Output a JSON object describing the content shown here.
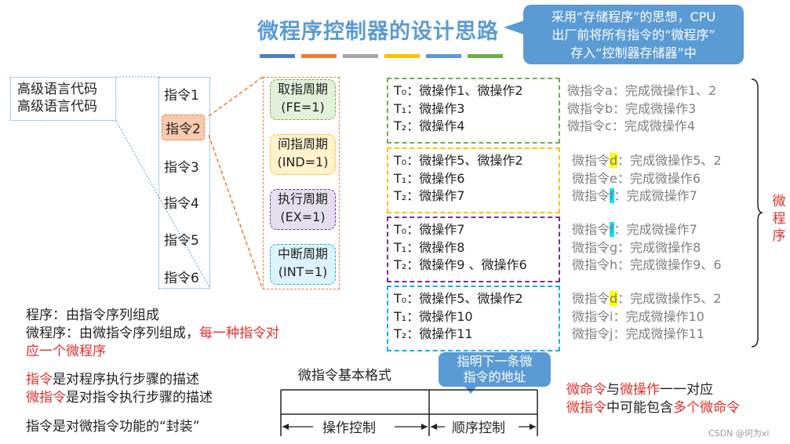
{
  "title": "微程序控制器的设计思路",
  "title_bars": [
    "#4f81bd",
    "#ed7d31",
    "#a5a5a5",
    "#ffc000",
    "#5b9bd5",
    "#70ad47"
  ],
  "callout": [
    "采用“存储程序”的思想，CPU",
    "出厂前将所有指令的“微程序”",
    "存入“控制器存储器”中"
  ],
  "high_level": [
    "高级语言代码",
    "高级语言代码"
  ],
  "instructions": [
    "指令1",
    "指令2",
    "指令3",
    "指令4",
    "指令5",
    "指令6"
  ],
  "cycles": [
    {
      "name": "取指周期",
      "flag": "(FE=1)",
      "border": "#70ad47",
      "fill": "#e2efd9"
    },
    {
      "name": "间指周期",
      "flag": "(IND=1)",
      "border": "#ffc000",
      "fill": "#fff2cc"
    },
    {
      "name": "执行周期",
      "flag": "(EX=1)",
      "border": "#7030a0",
      "fill": "#e4dfec"
    },
    {
      "name": "中断周期",
      "flag": "(INT=1)",
      "border": "#00b0f0",
      "fill": "#ddf3fb"
    }
  ],
  "micro_boxes": [
    {
      "color": "#70ad47",
      "lines": [
        "T₀：微操作1、微操作2",
        "T₁：微操作3",
        "T₂：微操作4"
      ]
    },
    {
      "color": "#ffc000",
      "lines": [
        "T₀：微操作5、微操作2",
        "T₁：微操作6",
        "T₂：微操作7"
      ]
    },
    {
      "color": "#7030a0",
      "lines": [
        "T₀：微操作7",
        "T₁：微操作8",
        "T₂：微操作9 、微操作6"
      ]
    },
    {
      "color": "#00b0f0",
      "lines": [
        "T₀：微操作5、微操作2",
        "T₁：微操作10",
        "T₂：微操作11"
      ]
    }
  ],
  "micro_instrs": [
    [
      {
        "pre": "微指令",
        "mark": "a",
        "hl": "",
        "post": "：完成微操作1、2"
      },
      {
        "pre": "微指令",
        "mark": "b",
        "hl": "",
        "post": "：完成微操作3"
      },
      {
        "pre": "微指令",
        "mark": "c",
        "hl": "",
        "post": "：完成微操作4"
      }
    ],
    [
      {
        "pre": "微指令",
        "mark": "d",
        "hl": "yellow",
        "post": "：完成微操作5、2"
      },
      {
        "pre": "微指令",
        "mark": "e",
        "hl": "",
        "post": "：完成微操作6"
      },
      {
        "pre": "微指令",
        "mark": "f",
        "hl": "cyan",
        "post": "：完成微操作7"
      }
    ],
    [
      {
        "pre": "微指令",
        "mark": "f",
        "hl": "cyan",
        "post": "：完成微操作7"
      },
      {
        "pre": "微指令",
        "mark": "g",
        "hl": "",
        "post": "：完成微操作8"
      },
      {
        "pre": "微指令",
        "mark": "h",
        "hl": "",
        "post": "：完成微操作9、6"
      }
    ],
    [
      {
        "pre": "微指令",
        "mark": "d",
        "hl": "yellow",
        "post": "：完成微操作5、2"
      },
      {
        "pre": "微指令",
        "mark": "i",
        "hl": "",
        "post": "：完成微操作10"
      },
      {
        "pre": "微指令",
        "mark": "j",
        "hl": "",
        "post": "：完成微操作11"
      }
    ]
  ],
  "microprogram_label": [
    "微",
    "程",
    "序"
  ],
  "notes": {
    "program": "程序：由指令序列组成",
    "microprogram_black": "微程序：由微指令序列组成，",
    "microprogram_red": "每一种指令对",
    "microprogram_red2": "应一个微程序",
    "instr_red": "指令",
    "instr_black": "是对程序执行步骤的描述",
    "micro_red": "微指令",
    "micro_black": "是对指令执行步骤的描述",
    "encap": "指令是对微指令功能的“封装”"
  },
  "format": {
    "title": "微指令基本格式",
    "callout": [
      "指明下一条微",
      "指令的地址"
    ],
    "op_label": "操作控制",
    "seq_label": "顺序控制"
  },
  "right_notes": {
    "l1_a": "微命令",
    "l1_b": "与",
    "l1_c": "微操作",
    "l1_d": "一一对应",
    "l2_a": "微指令",
    "l2_b": "中可能包含",
    "l2_c": "多个微命令"
  },
  "watermark": "CSDN @何为xl"
}
